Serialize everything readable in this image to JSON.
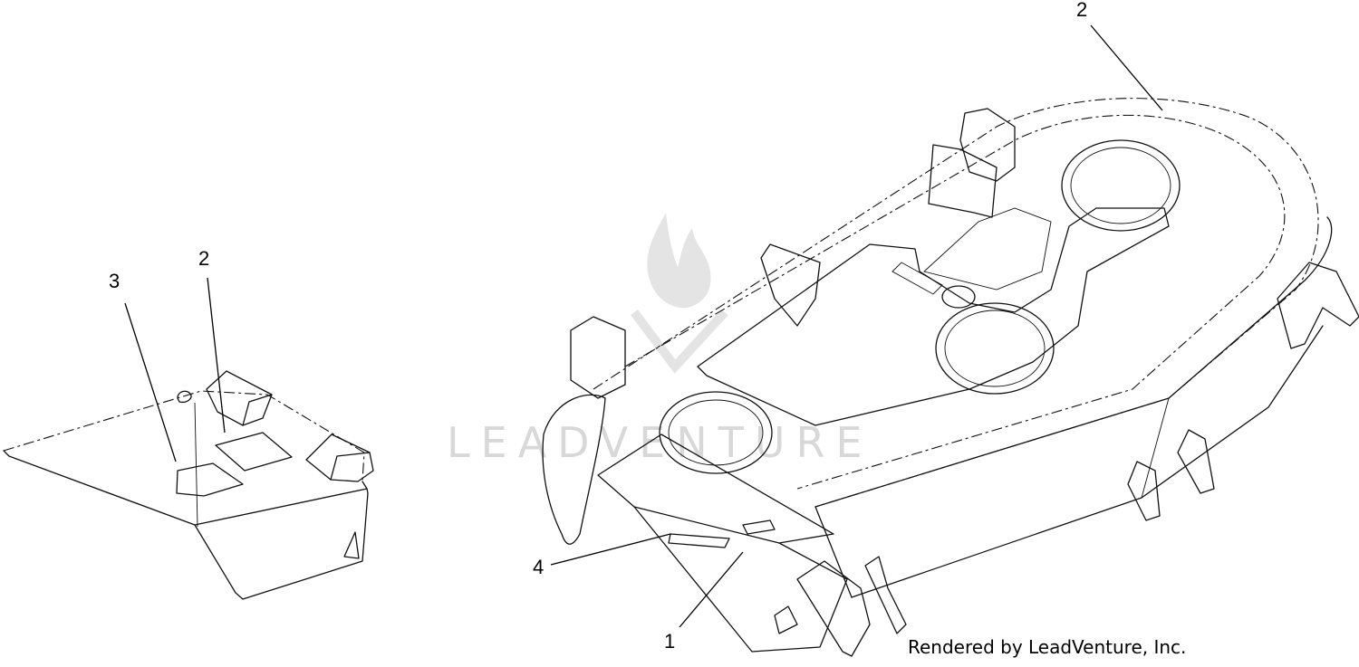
{
  "watermark": {
    "text": "LEADVENTURE",
    "color": "#d8d8d8",
    "icon": "flame-logo-icon"
  },
  "credit": "Rendered by LeadVenture, Inc.",
  "callouts": [
    {
      "id": "callout-3-left",
      "label": "3"
    },
    {
      "id": "callout-2-left",
      "label": "2"
    },
    {
      "id": "callout-2-right",
      "label": "2"
    },
    {
      "id": "callout-4",
      "label": "4"
    },
    {
      "id": "callout-1",
      "label": "1"
    }
  ]
}
